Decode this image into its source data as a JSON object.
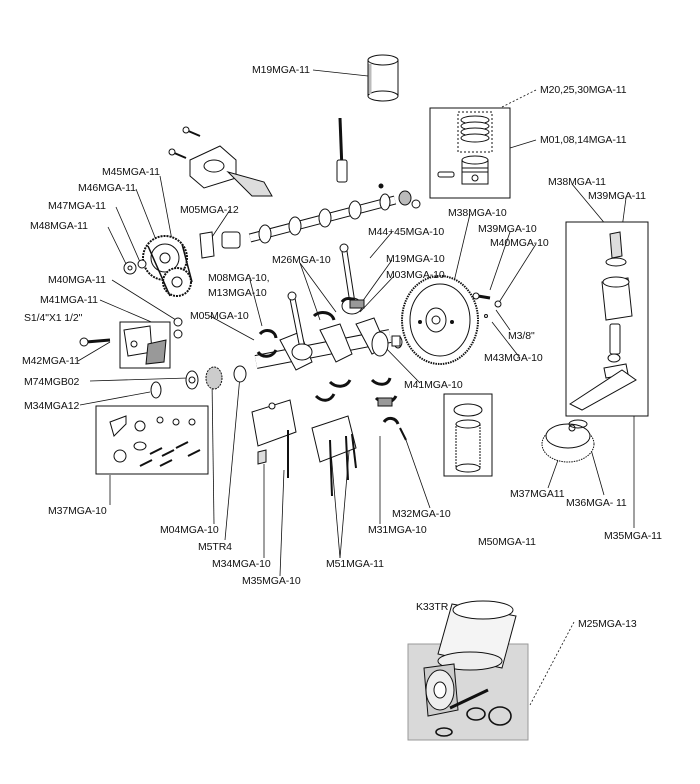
{
  "labels": {
    "m19_top": "M19MGA-11",
    "m20": "M20,25,30MGA-11",
    "m01": "M01,08,14MGA-11",
    "m45": "M45MGA-11",
    "m46": "M46MGA-11",
    "m47": "M47MGA-11",
    "m05_12": "M05MGA-12",
    "m48": "M48MGA-11",
    "m38_10": "M38MGA-10",
    "m39_10": "M39MGA-10",
    "m40_10": "M40MGA-10",
    "m38_11": "M38MGA-11",
    "m39_11": "M39MGA-11",
    "m44": "M44+45MGA-10",
    "m26": "M26MGA-10",
    "m19_10": "M19MGA-10",
    "m03": "M03MGA-10",
    "m40_11": "M40MGA-11",
    "m08": "M08MGA-10,",
    "m13": "M13MGA-10",
    "m41_11": "M41MGA-11",
    "s14": "S1/4\"X1 1/2\"",
    "m05_10": "M05MGA-10",
    "m38in": "M3/8\"",
    "m42": "M42MGA-11",
    "m43": "M43MGA-10",
    "m74": "M74MGB02",
    "m41_10": "M41MGA-10",
    "m34_12": "M34MGA12",
    "m37_10": "M37MGA-10",
    "m37_11": "M37MGA11",
    "m36": "M36MGA- 11",
    "m32": "M32MGA-10",
    "m04": "M04MGA-10",
    "m31": "M31MGA-10",
    "m50": "M50MGA-11",
    "m35_11": "M35MGA-11",
    "m5tr4": "M5TR4",
    "m34_10": "M34MGA-10",
    "m51": "M51MGA-11",
    "m35_10": "M35MGA-10",
    "k33": "K33TR",
    "m25": "M25MGA-13"
  },
  "colors": {
    "line": "#111111",
    "part_fill": "#ffffff",
    "shade": "#c8c8c8",
    "dark": "#555555",
    "kit_bg": "#d9d9d9"
  }
}
